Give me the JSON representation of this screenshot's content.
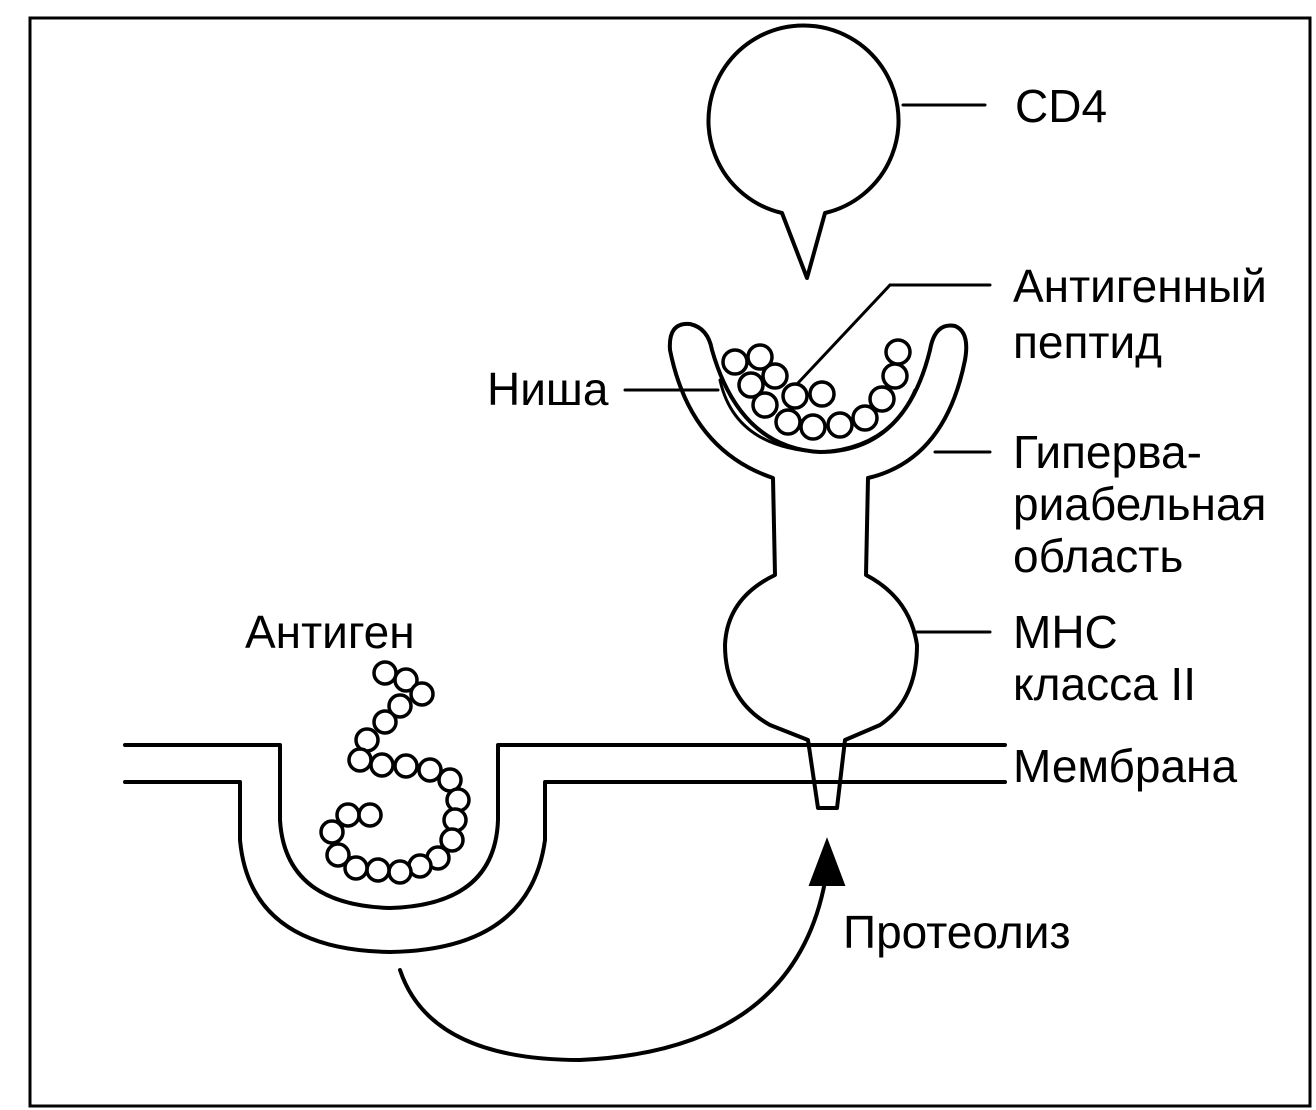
{
  "labels": {
    "cd4": "CD4",
    "antigenic_peptide": [
      "Антигенный",
      "пептид"
    ],
    "niche": "Ниша",
    "hypervariable_region": [
      "Гиперва-",
      "риабельная",
      "область"
    ],
    "antigen": "Антиген",
    "mhc_class_ii": [
      "МНС",
      "класса II"
    ],
    "membrane": "Мембрана",
    "proteolysis": "Протеолиз"
  }
}
